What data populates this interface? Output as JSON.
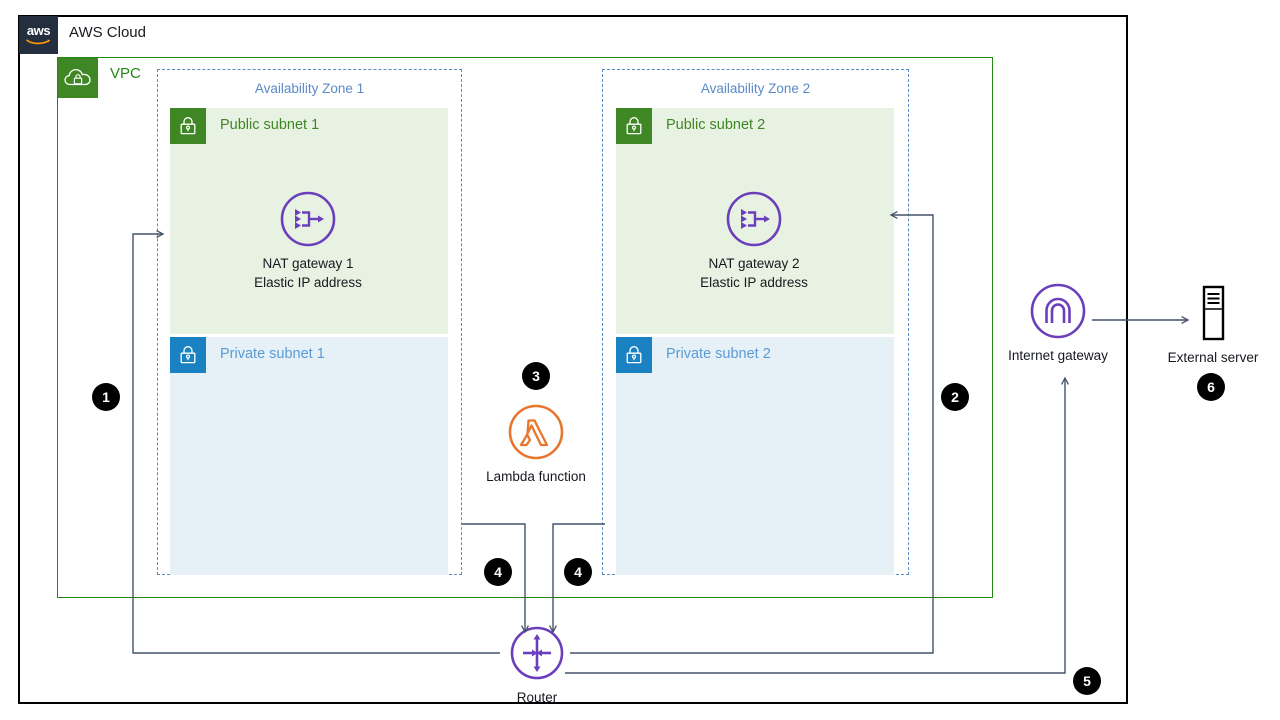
{
  "diagram": {
    "cloud": {
      "title": "AWS Cloud",
      "logo_text": "aws",
      "logo_icon": "aws-logo-icon",
      "border_color": "#000000"
    },
    "vpc": {
      "title": "VPC",
      "icon": "vpc-cloud-lock-icon",
      "border_color": "#248814",
      "icon_bg": "#3f8624"
    },
    "availability_zones": [
      {
        "title": "Availability Zone 1",
        "border_color": "#5a8ac6"
      },
      {
        "title": "Availability Zone 2",
        "border_color": "#5a8ac6"
      }
    ],
    "subnets": [
      {
        "label": "Public subnet 1",
        "type": "public",
        "icon": "lock-icon",
        "bg": "#e8f2e3",
        "icon_bg": "#3f8624",
        "text_color": "#3f8624"
      },
      {
        "label": "Public subnet 2",
        "type": "public",
        "icon": "lock-icon",
        "bg": "#e8f2e3",
        "icon_bg": "#3f8624",
        "text_color": "#3f8624"
      },
      {
        "label": "Private subnet 1",
        "type": "private",
        "icon": "lock-icon",
        "bg": "#e6f0f7",
        "icon_bg": "#1a82c3",
        "text_color": "#5b9bd5"
      },
      {
        "label": "Private subnet 2",
        "type": "private",
        "icon": "lock-icon",
        "bg": "#e6f0f7",
        "icon_bg": "#1a82c3",
        "text_color": "#5b9bd5"
      }
    ],
    "nodes": [
      {
        "id": "nat1",
        "icon": "nat-gateway-icon",
        "line1": "NAT gateway 1",
        "line2": "Elastic IP address",
        "color": "#6b3fbb"
      },
      {
        "id": "nat2",
        "icon": "nat-gateway-icon",
        "line1": "NAT gateway 2",
        "line2": "Elastic IP address",
        "color": "#6b3fbb"
      },
      {
        "id": "lambda",
        "icon": "lambda-function-icon",
        "line1": "Lambda function",
        "line2": "",
        "color": "#e8762d"
      },
      {
        "id": "igw",
        "icon": "internet-gateway-icon",
        "line1": "Internet  gateway",
        "line2": "",
        "color": "#6b3fbb"
      },
      {
        "id": "external-server",
        "icon": "server-icon",
        "line1": "External server",
        "line2": "",
        "color": "#000000"
      },
      {
        "id": "router",
        "icon": "router-icon",
        "line1": "Router",
        "line2": "",
        "color": "#6b3fbb"
      }
    ],
    "steps": [
      {
        "number": "1"
      },
      {
        "number": "2"
      },
      {
        "number": "3"
      },
      {
        "number": "4"
      },
      {
        "number": "4"
      },
      {
        "number": "5"
      },
      {
        "number": "6"
      }
    ],
    "connector_color": "#44546a"
  }
}
